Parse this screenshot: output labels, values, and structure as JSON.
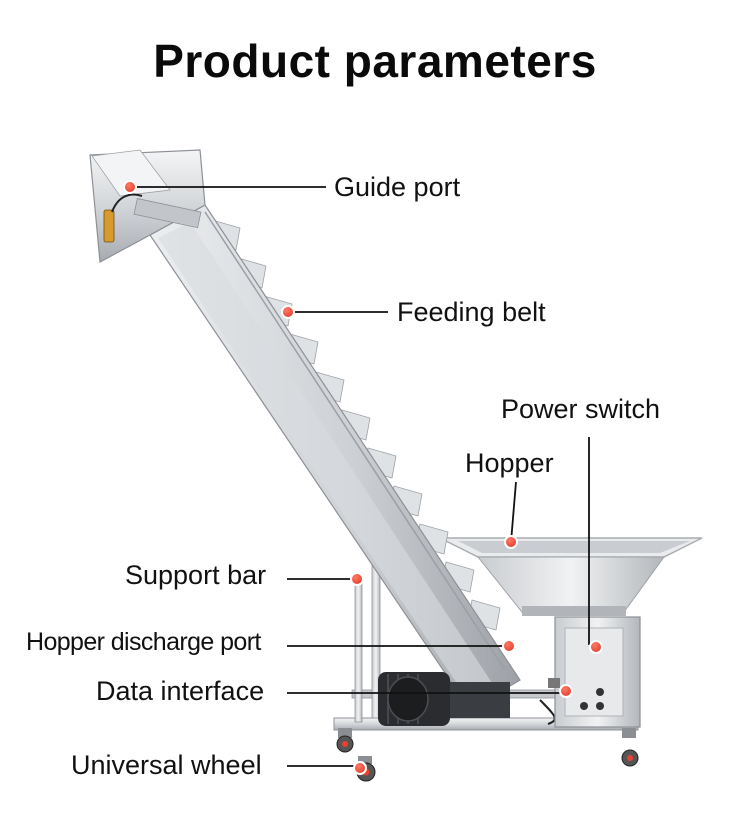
{
  "title": "Product parameters",
  "labels": {
    "guide_port": "Guide port",
    "feeding_belt": "Feeding belt",
    "power_switch": "Power switch",
    "hopper": "Hopper",
    "support_bar": "Support bar",
    "hopper_discharge_port": "Hopper discharge port",
    "data_interface": "Data interface",
    "universal_wheel": "Universal wheel"
  },
  "colors": {
    "marker": "#e8412f",
    "leader_line": "#111111",
    "steel_light": "#e6e8ea",
    "steel_mid": "#b9bdc1",
    "steel_dark": "#7d8186",
    "motor": "#2a2c2f"
  }
}
